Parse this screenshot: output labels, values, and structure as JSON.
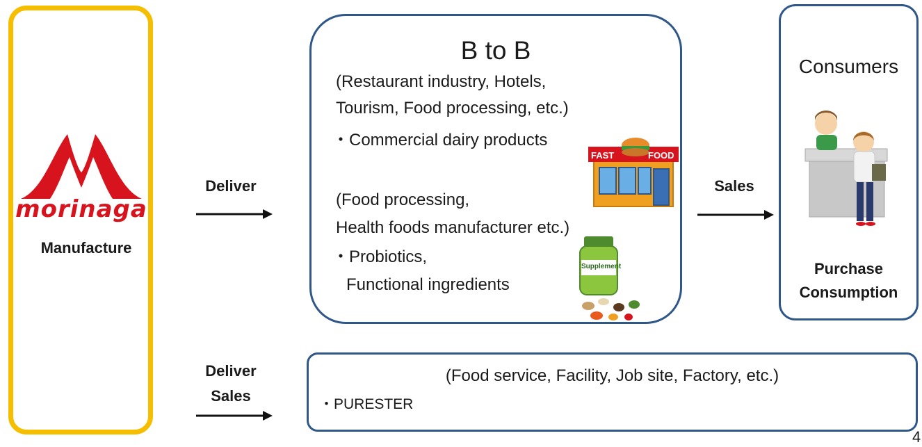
{
  "manufacturer": {
    "logo_text": "morinaga",
    "label": "Manufacture",
    "border_color": "#f6be00",
    "logo_color": "#d7141e"
  },
  "flows": {
    "deliver_label": "Deliver",
    "sales_label": "Sales",
    "deliver_sales_labels": [
      "Deliver",
      "Sales"
    ]
  },
  "btob": {
    "title": "B to B",
    "group1": {
      "segment_line1": "(Restaurant industry, Hotels,",
      "segment_line2": "Tourism, Food processing, etc.)",
      "product": "・Commercial dairy products"
    },
    "group2": {
      "segment_line1": "(Food processing,",
      "segment_line2": "Health foods manufacturer etc.)",
      "product_line1": "・Probiotics,",
      "product_line2": "Functional ingredients"
    },
    "fastfood_sign_left": "FAST",
    "fastfood_sign_right": "FOOD",
    "supplement_label": "Supplement",
    "border_color": "#2f5788"
  },
  "consumers": {
    "title": "Consumers",
    "footer_line1": "Purchase",
    "footer_line2": "Consumption"
  },
  "direct": {
    "segment": "(Food service, Facility, Job site, Factory, etc.)",
    "product": "・PURESTER"
  },
  "page_number": "4"
}
